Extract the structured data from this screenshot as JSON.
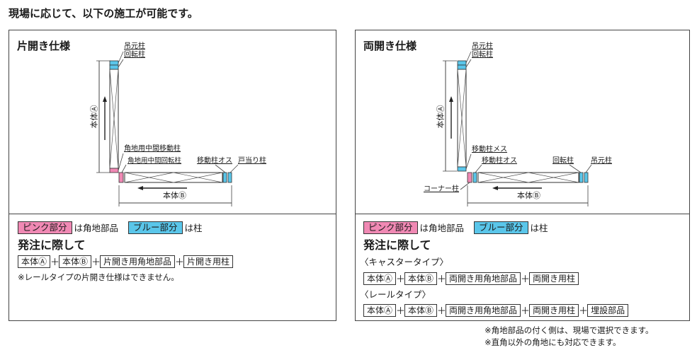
{
  "heading": "現場に応じて、以下の施工が可能です。",
  "legend": {
    "pink_chip": "ピンク部分",
    "pink_text": "は角地部品",
    "blue_chip": "ブルー部分",
    "blue_text": "は柱"
  },
  "order_title": "発注に際して",
  "plus": "＋",
  "left": {
    "title": "片開き仕様",
    "labels": {
      "tsurimoto": "吊元柱",
      "kaiten": "回転柱",
      "hontai_a": "本体Ⓐ",
      "kado_idou": "角地用中間移動柱",
      "kado_kaiten": "角地用中間回転柱",
      "idou_osu": "移動柱オス",
      "toatari": "戸当り柱",
      "hontai_b": "本体Ⓑ"
    },
    "formula": [
      "本体Ⓐ",
      "本体Ⓑ",
      "片開き用角地部品",
      "片開き用柱"
    ],
    "note": "※レールタイプの片開き仕様はできません。"
  },
  "right": {
    "title": "両開き仕様",
    "labels": {
      "tsurimoto_top": "吊元柱",
      "kaiten_top": "回転柱",
      "hontai_a": "本体Ⓐ",
      "idou_mesu": "移動柱メス",
      "idou_osu": "移動柱オス",
      "kaiten": "回転柱",
      "tsurimoto": "吊元柱",
      "corner": "コーナー柱",
      "hontai_b": "本体Ⓑ"
    },
    "caster_title": "〈キャスタータイプ〉",
    "caster_formula": [
      "本体Ⓐ",
      "本体Ⓑ",
      "両開き用角地部品",
      "両開き用柱"
    ],
    "rail_title": "〈レールタイプ〉",
    "rail_formula": [
      "本体Ⓐ",
      "本体Ⓑ",
      "両開き用角地部品",
      "両開き用柱",
      "埋設部品"
    ]
  },
  "footnotes": [
    "※角地部品の付く側は、現場で選択できます。",
    "※直角以外の角地にも対応できます。"
  ],
  "colors": {
    "pink": "#f089b4",
    "blue": "#5ac6ea"
  }
}
